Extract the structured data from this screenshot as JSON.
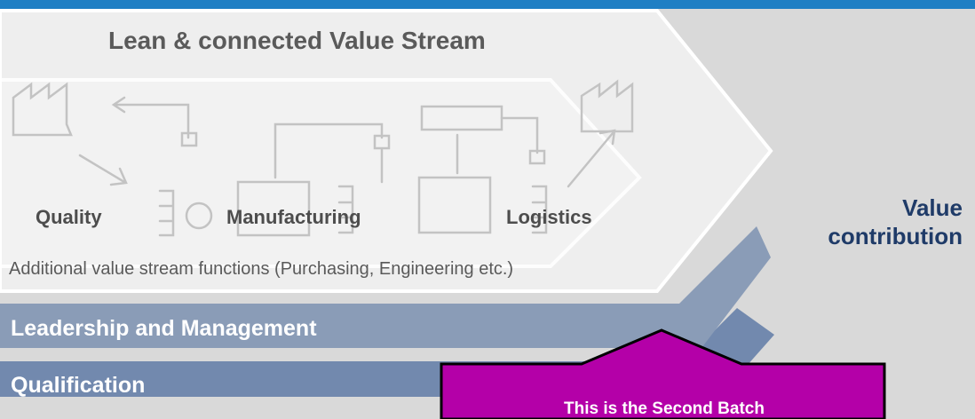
{
  "diagram": {
    "title": "Lean & connected Value Stream",
    "functions": [
      "Quality",
      "Manufacturing",
      "Logistics"
    ],
    "additional_functions": "Additional value stream functions (Purchasing, Engineering etc.)",
    "layers": [
      "Leadership and Management",
      "Qualification"
    ],
    "value_contribution": [
      "Value",
      "contribution"
    ]
  },
  "callout": {
    "text": "This  is the Second Batch",
    "color": "#b400a8"
  },
  "colors": {
    "header_bar": "#1f7fc4",
    "leadership_band": "#8a9cb7",
    "qualification_band": "#7289ae",
    "value_text": "#1f3b68"
  }
}
